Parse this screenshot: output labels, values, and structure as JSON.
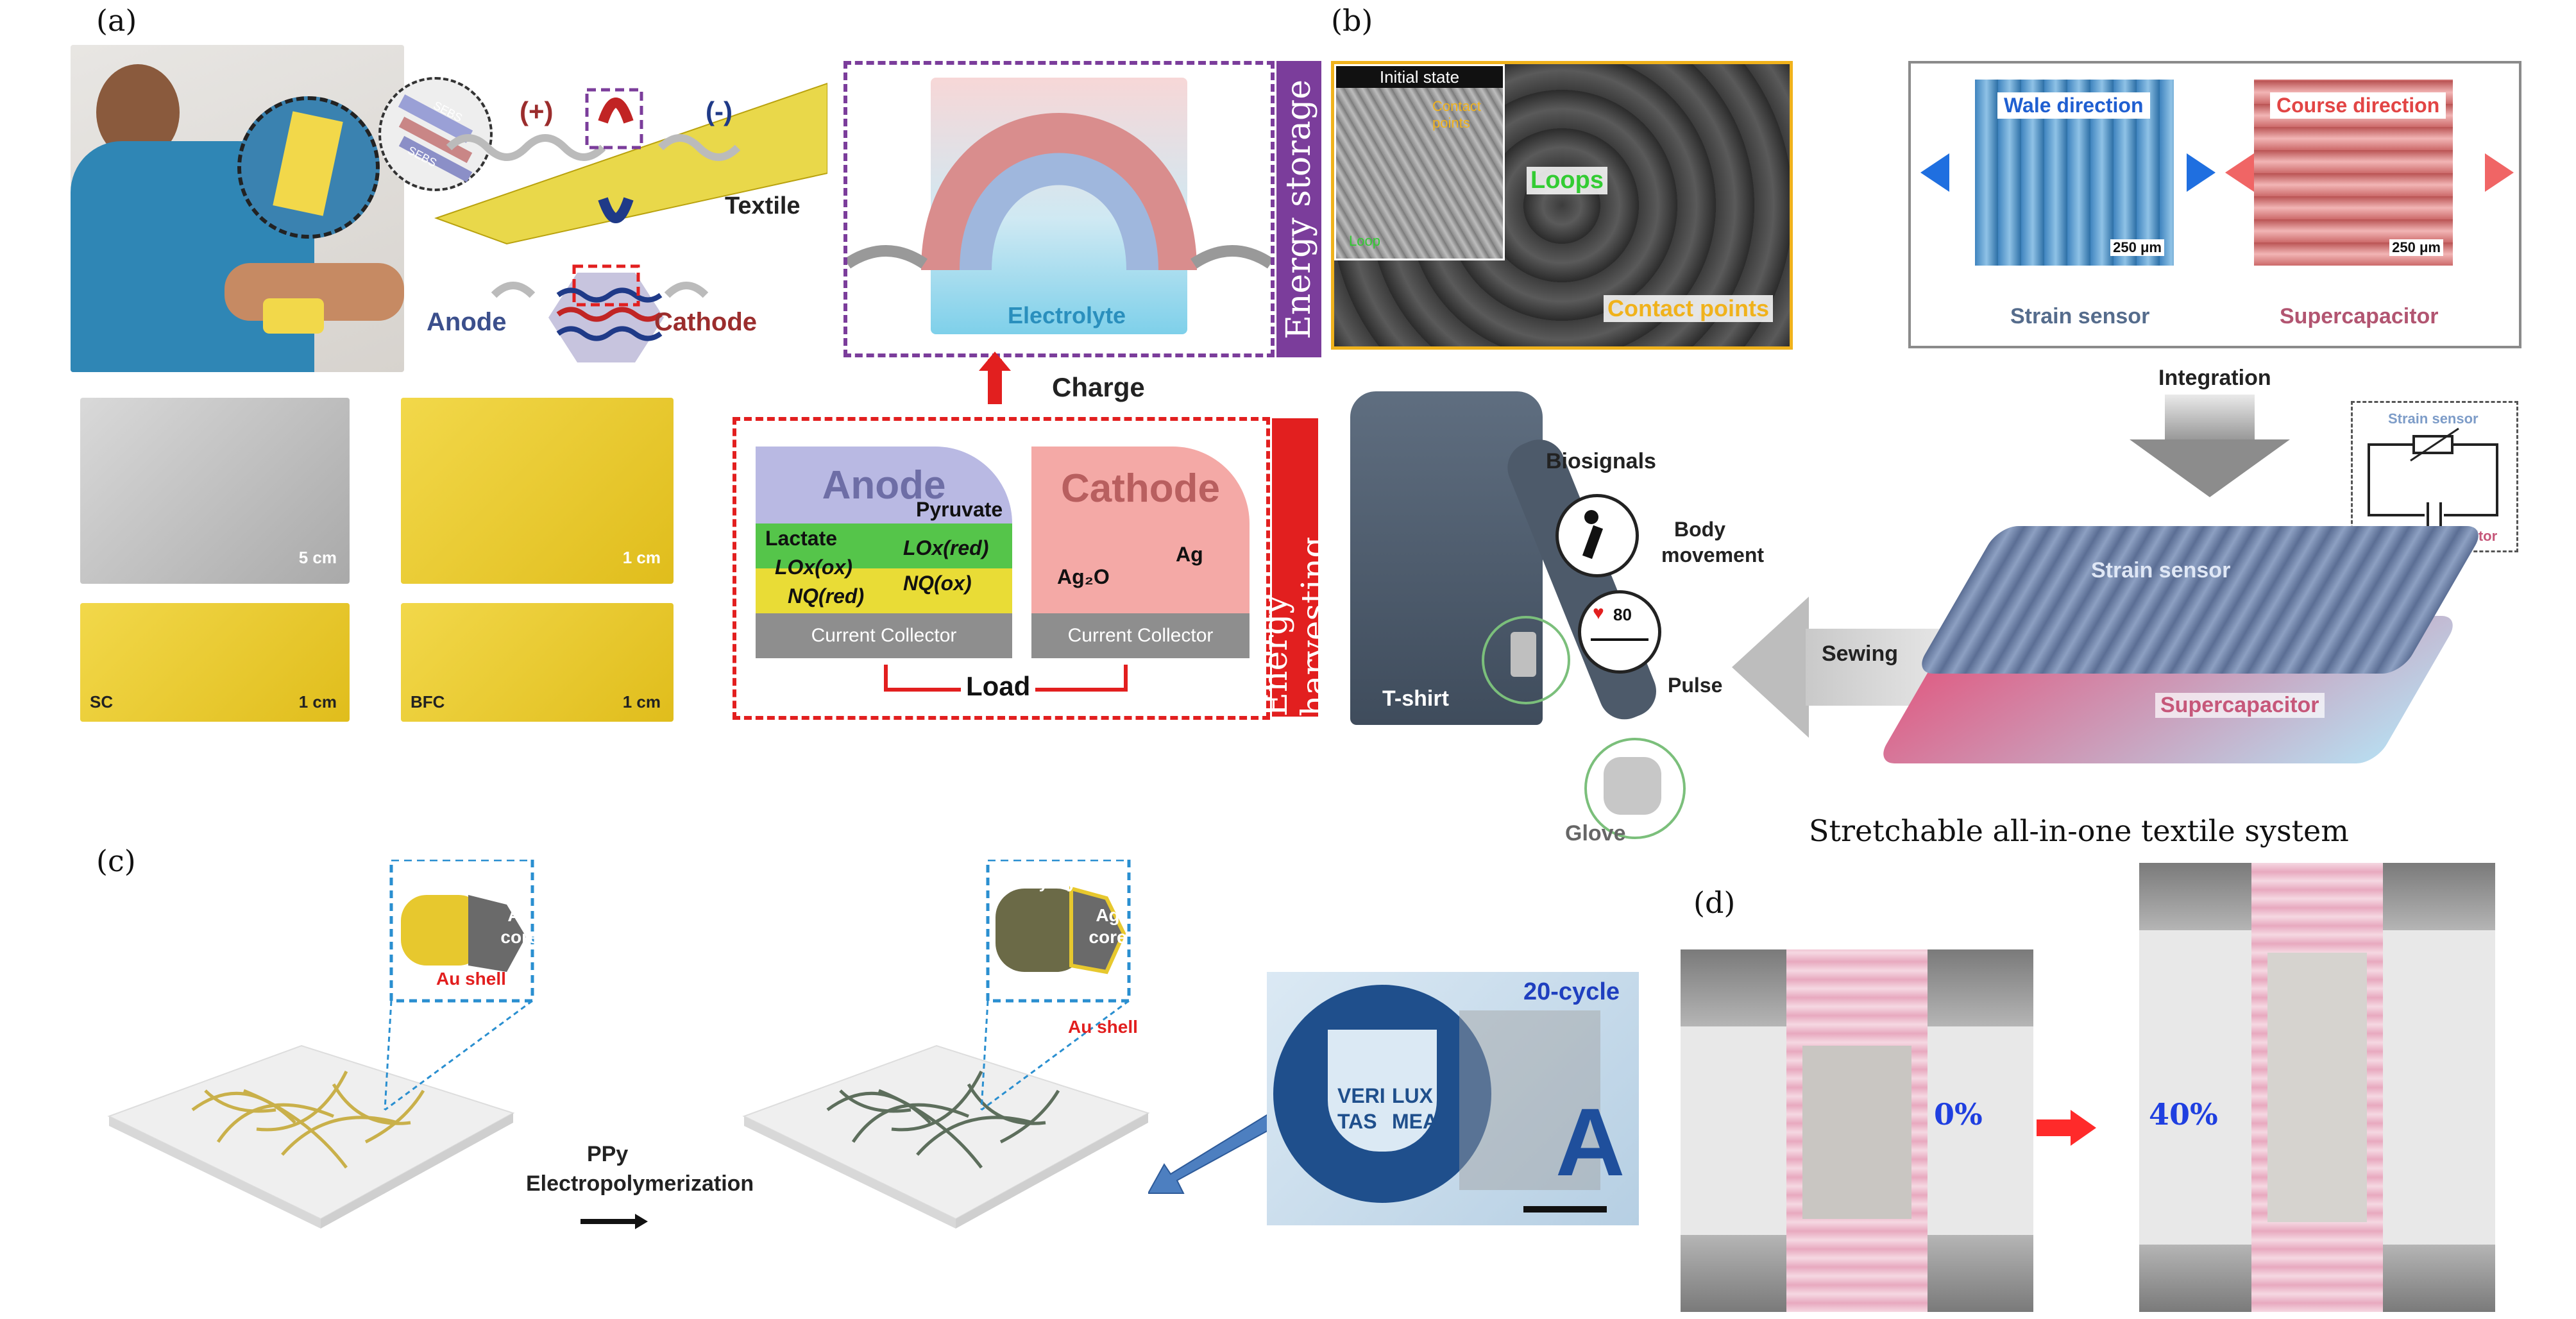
{
  "panels": {
    "a": "(a)",
    "b": "(b)",
    "c": "(c)",
    "d": "(d)"
  },
  "panel_a": {
    "polarity_pos": "(+)",
    "polarity_neg": "(-)",
    "textile": "Textile",
    "anode": "Anode",
    "cathode": "Cathode",
    "sebs1": "SEBS",
    "sebs2": "SEBS",
    "electrolyte": "Electrolyte",
    "energy_storage": "Energy storage",
    "charge": "Charge",
    "energy_harvesting": "Energy harvesting",
    "anode_block": "Anode",
    "cathode_block": "Cathode",
    "lactate": "Lactate",
    "pyruvate": "Pyruvate",
    "lox_ox": "LOx(ox)",
    "lox_red": "LOx(red)",
    "nq_red": "NQ(red)",
    "nq_ox": "NQ(ox)",
    "ag2o": "Ag₂O",
    "ag": "Ag",
    "current_collector": "Current Collector",
    "load": "Load",
    "scale_5cm": "5 cm",
    "scale_1cm_a": "1 cm",
    "scale_1cm_b": "1 cm",
    "scale_1cm_c": "1 cm",
    "sc": "SC",
    "bfc": "BFC"
  },
  "panel_b": {
    "initial_state": "Initial state",
    "contact_points_small": "Contact points",
    "loop_small": "Loop",
    "loops": "Loops",
    "contact_points": "Contact points",
    "biosignals": "Biosignals",
    "body_movement": "Body movement",
    "pulse": "Pulse",
    "pulse_value": "80",
    "tshirt": "T-shirt",
    "glove": "Glove",
    "sewing": "Sewing",
    "wale_direction": "Wale direction",
    "course_direction": "Course direction",
    "scale_250a": "250 μm",
    "scale_250b": "250 μm",
    "strain_sensor": "Strain sensor",
    "supercapacitor": "Supercapacitor",
    "integration": "Integration",
    "circuit_strain": "Strain sensor",
    "circuit_super": "Supercapacitor",
    "textile_strain": "Strain sensor",
    "textile_super": "Supercapacitor",
    "caption": "Stretchable all-in-one textile system"
  },
  "panel_c": {
    "ag_core1": "Ag core",
    "au_shell1": "Au shell",
    "ppy_layer": "PPy layer",
    "ag_core2": "Ag core",
    "au_shell2": "Au shell",
    "ppy": "PPy",
    "electropolymerization": "Electropolymerization",
    "cycle": "20-cycle",
    "veri": "VERI",
    "lux": "LUX",
    "tas": "TAS",
    "mea": "MEA",
    "letter_a": "A"
  },
  "panel_d": {
    "strain0": "0%",
    "strain40": "40%"
  },
  "colors": {
    "purple": "#7b3d9b",
    "red": "#e21f1f",
    "gold": "#f0b21c",
    "blue": "#1f5fd1"
  }
}
